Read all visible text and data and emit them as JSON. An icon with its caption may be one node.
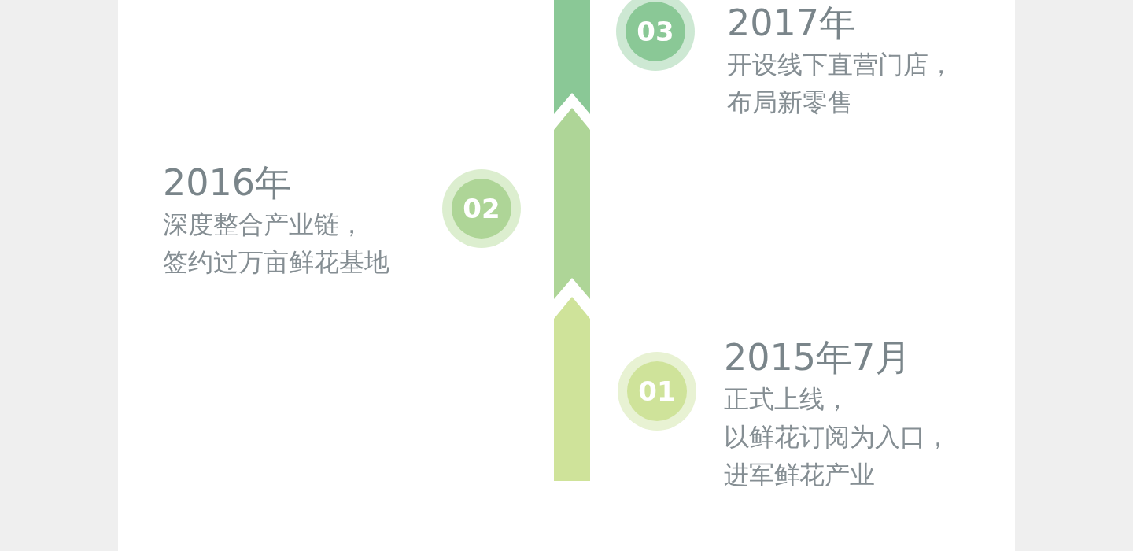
{
  "diagram": {
    "nodes": [
      {
        "text": [
          "03"
        ]
      },
      {
        "text": [
          "2017年",
          "开设线下直营门店，布局新零售"
        ]
      },
      {
        "text": [
          "02"
        ]
      },
      {
        "text": [
          "2016年",
          "深度整合产业链，签约过万亩鲜花基地"
        ]
      },
      {
        "text": [
          "01"
        ]
      },
      {
        "text": [
          "2015年7月",
          "正式上线，以鲜花订阅为入口，进军鲜花产业"
        ]
      }
    ]
  }
}
